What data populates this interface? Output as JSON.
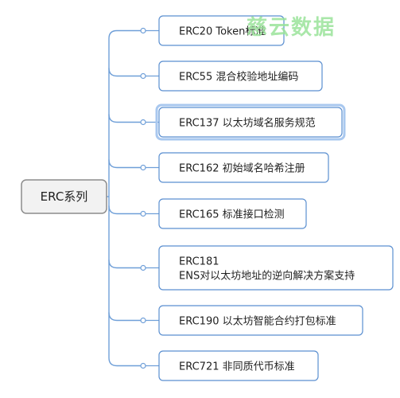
{
  "root": {
    "label": "ERC系列"
  },
  "children": [
    {
      "lines": [
        "ERC20 Token标准"
      ]
    },
    {
      "lines": [
        "ERC55 混合校验地址编码"
      ]
    },
    {
      "lines": [
        "ERC137 以太坊域名服务规范"
      ]
    },
    {
      "lines": [
        "ERC162 初始域名哈希注册"
      ]
    },
    {
      "lines": [
        "ERC165 标准接口检测"
      ]
    },
    {
      "lines": [
        "ERC181",
        "ENS对以太坊地址的逆向解决方案支持"
      ]
    },
    {
      "lines": [
        "ERC190 以太坊智能合约打包标准"
      ]
    },
    {
      "lines": [
        "ERC721 非同质代币标准"
      ]
    }
  ],
  "watermark": "慈云数据",
  "colors": {
    "connector": "#6f9fd8",
    "box_border": "#5b8fd0",
    "box_fill": "#ffffff",
    "root_fill": "#f2f2f2",
    "root_border": "#8c8c8c",
    "text": "#1f1f1f",
    "highlight_shadow": "#a9c8ef"
  }
}
